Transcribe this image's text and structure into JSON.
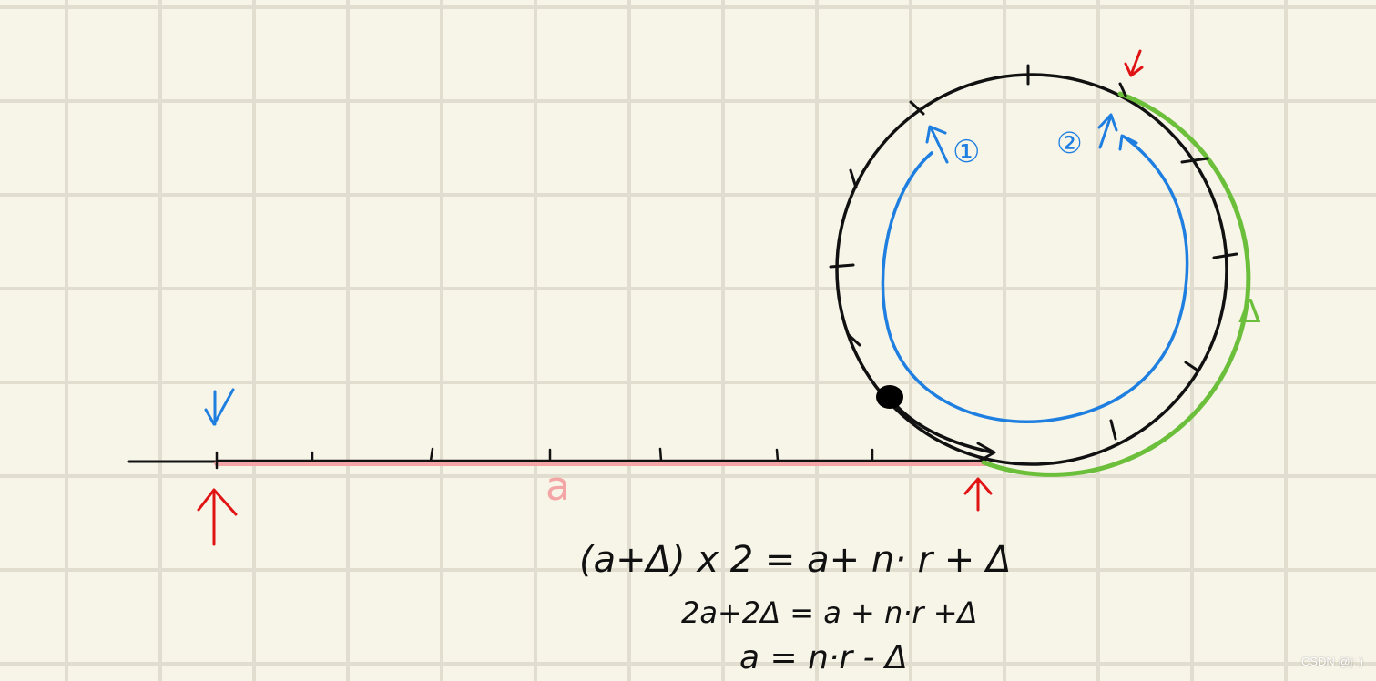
{
  "labels": {
    "segment_label": "a",
    "delta_label": "Δ",
    "marker_1": "①",
    "marker_2": "②"
  },
  "equations": {
    "line1": "(a+Δ) x 2 = a+ n· r + Δ",
    "line2": "2a+2Δ = a + n·r +Δ",
    "line3": "a = n·r - Δ"
  },
  "watermark": "CSDN @j: )",
  "colors": {
    "background": "#f7f4e8",
    "grid": "#e2decf",
    "ink": "#111111",
    "pink": "#f4a6a6",
    "green": "#6cbf3a",
    "blue": "#1e7fe0",
    "red": "#e01414"
  }
}
